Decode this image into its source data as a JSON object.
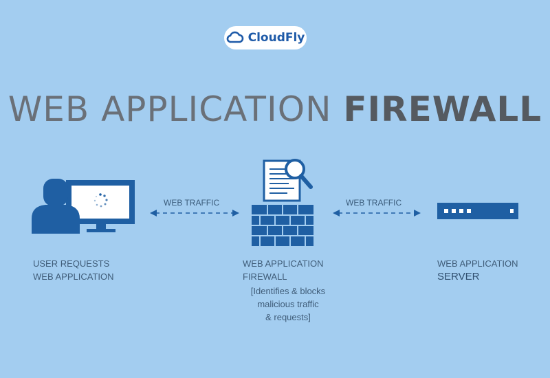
{
  "brand": {
    "name": "CloudFly"
  },
  "title": {
    "light": "WEB APPLICATION",
    "bold": "FIREWALL"
  },
  "traffic_labels": {
    "left": "WEB TRAFFIC",
    "right": "WEB TRAFFIC"
  },
  "nodes": {
    "user": {
      "line1": "USER REQUESTS",
      "line2": "WEB APPLICATION"
    },
    "firewall": {
      "line1": "WEB APPLICATION",
      "line2": "FIREWALL",
      "note1": "[Identifies & blocks",
      "note2": "malicious traffic",
      "note3": "& requests]"
    },
    "server": {
      "line1": "WEB APPLICATION",
      "line2": "SERVER"
    }
  },
  "colors": {
    "background": "#a3cdf0",
    "icon_blue": "#1f5fa3",
    "brand_blue": "#1e5aa8"
  }
}
